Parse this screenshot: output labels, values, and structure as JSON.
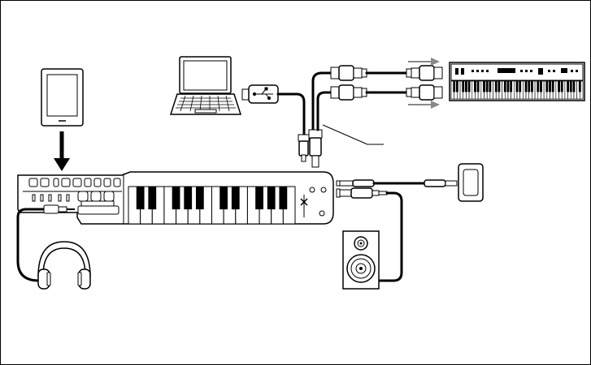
{
  "diagram": {
    "kind": "connection-diagram",
    "title": "",
    "devices": [
      {
        "id": "tablet",
        "icon": "tablet-icon"
      },
      {
        "id": "laptop",
        "icon": "laptop-icon"
      },
      {
        "id": "keytar",
        "icon": "keytar-icon"
      },
      {
        "id": "headphones",
        "icon": "headphones-icon"
      },
      {
        "id": "speaker",
        "icon": "speaker-icon"
      },
      {
        "id": "footswitch",
        "icon": "footswitch-icon"
      },
      {
        "id": "synthesizer",
        "icon": "synthesizer-icon"
      }
    ],
    "connections": [
      {
        "from": "tablet",
        "to": "keytar",
        "style": "arrow"
      },
      {
        "from": "laptop",
        "to": "keytar",
        "cable": "usb"
      },
      {
        "from": "keytar",
        "to": "synthesizer",
        "cable": "midi",
        "count": 2
      },
      {
        "from": "keytar",
        "to": "headphones",
        "cable": "phone-jack"
      },
      {
        "from": "keytar",
        "to": "speaker",
        "cable": "phone-jack"
      },
      {
        "from": "keytar",
        "to": "footswitch",
        "cable": "phone-jack"
      }
    ],
    "colors": {
      "line": "#000000",
      "background": "#ffffff",
      "signal_arrow": "#888888"
    }
  }
}
